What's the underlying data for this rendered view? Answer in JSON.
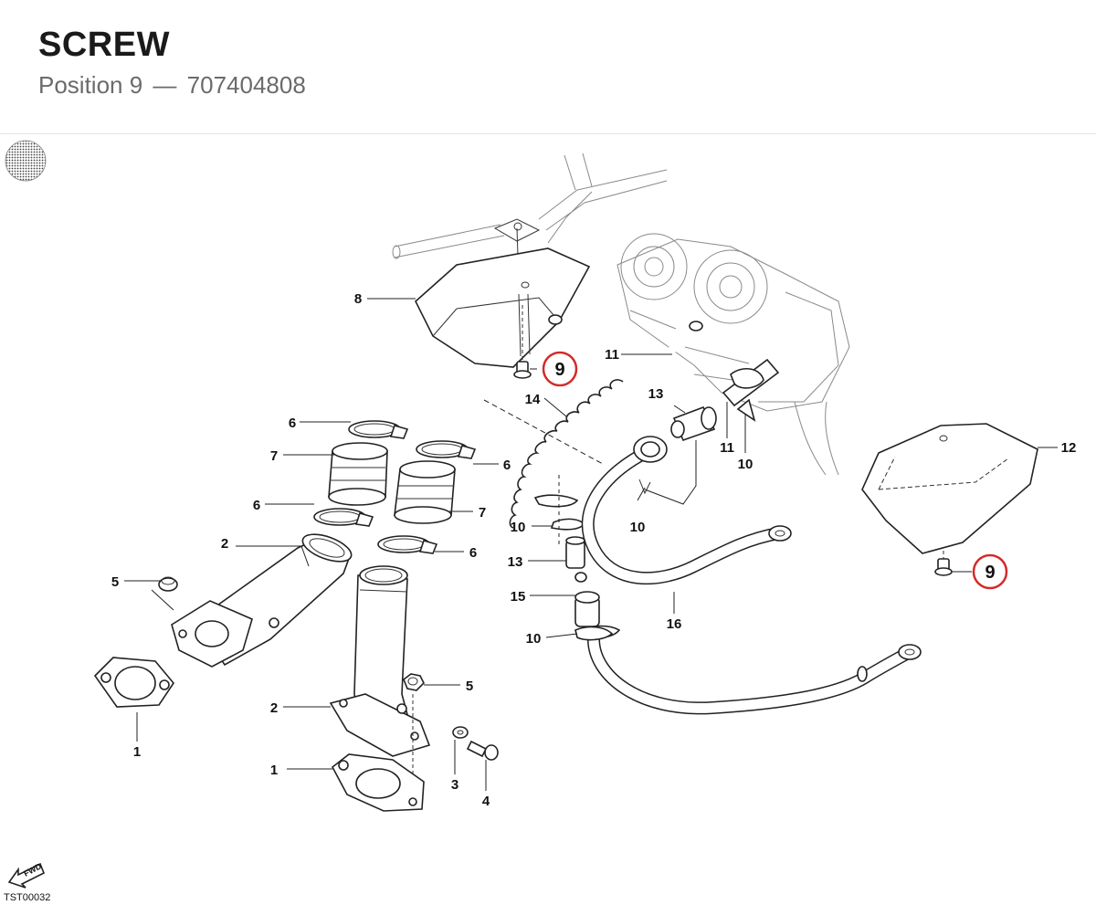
{
  "header": {
    "title": "SCREW",
    "position_label": "Position 9",
    "separator": "—",
    "part_number": "707404808"
  },
  "diagram": {
    "reference_code": "TST00032",
    "fwd_label": "FWD",
    "highlight_color": "#d42a2a",
    "highlighted_position": "9",
    "callouts": {
      "p1a": "1",
      "p1b": "1",
      "p2a": "2",
      "p2b": "2",
      "p3": "3",
      "p4": "4",
      "p5a": "5",
      "p5b": "5",
      "p6a": "6",
      "p6b": "6",
      "p6c": "6",
      "p6d": "6",
      "p7a": "7",
      "p7b": "7",
      "p8": "8",
      "p9a": "9",
      "p9b": "9",
      "p10a": "10",
      "p10b": "10",
      "p10c": "10",
      "p10d": "10",
      "p11a": "11",
      "p11b": "11",
      "p12": "12",
      "p13a": "13",
      "p13b": "13",
      "p14": "14",
      "p15": "15",
      "p16": "16"
    }
  }
}
